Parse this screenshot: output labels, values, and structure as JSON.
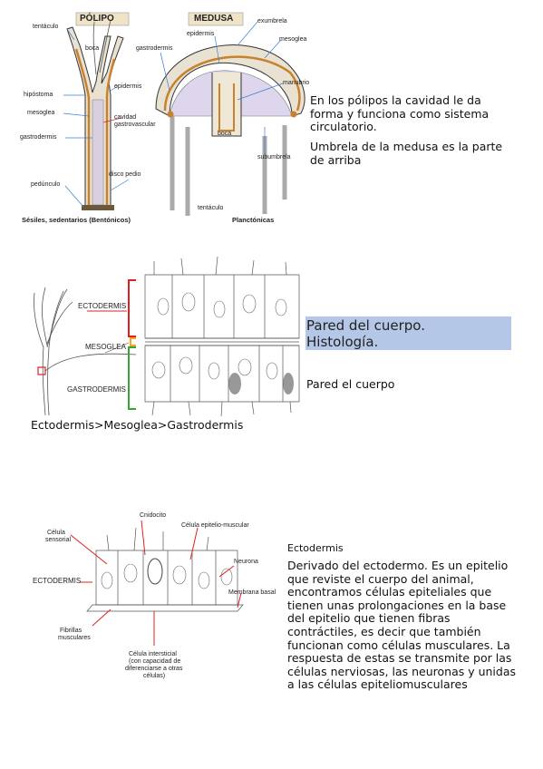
{
  "figure1": {
    "title_polipo": "PÓLIPO",
    "title_medusa": "MEDUSA",
    "labels": {
      "tentaculo": "tentáculo",
      "boca": "boca",
      "hipostoma": "hipóstoma",
      "epidermis": "epidermis",
      "mesoglea": "mesoglea",
      "cavidad": "cavidad",
      "gastrovascular": "gastrovascular",
      "gastrodermis": "gastrodermis",
      "disco_pedio": "disco pedio",
      "pedunculo": "pedúnculo",
      "sesiles": "Sésiles, sedentarios (Bentónicos)",
      "m_epidermis": "epidermis",
      "m_gastrodermis": "gastrodermis",
      "exumbrela": "exumbrela",
      "m_mesoglea": "mesoglea",
      "manubrio": "manubrio",
      "m_boca": "boca",
      "subumbrela": "subumbrela",
      "m_tentaculo": "tentáculo",
      "planctonicas": "Planctónicas"
    }
  },
  "notes": {
    "polyp_line1": "En los pólipos la cavidad le da",
    "polyp_line2": "forma y funciona como sistema",
    "polyp_line3": "circulatorio.",
    "umbrela_line1": "Umbrela de la medusa es la parte",
    "umbrela_line2": "de arriba"
  },
  "figure2": {
    "ectodermis": "ECTODERMIS",
    "mesoglea": "MESOGLEA",
    "gastrodermis": "GASTRODERMIS",
    "colors": {
      "ecto": "#e02020",
      "meso": "#f5a623",
      "gastro": "#3aa335",
      "marker": "#e02020"
    }
  },
  "section2": {
    "heading_line1": "Pared del cuerpo.",
    "heading_line2": "Histología.",
    "highlight_color": "#b4c7e7",
    "subtitle": "Pared el cuerpo",
    "caption": "Ectodermis>Mesoglea>Gastrodermis"
  },
  "figure3": {
    "cnidocito": "Cnidocito",
    "celula_epitelio": "Célula epitelio-muscular",
    "celula_sensorial_1": "Célula",
    "celula_sensorial_2": "sensorial",
    "neurona": "Neurona",
    "ectodermis": "ECTODERMIS",
    "membrana_basal": "Membrana basal",
    "fibrillas_1": "Fibrillas",
    "fibrillas_2": "musculares",
    "intersticial_1": "Célula intersticial",
    "intersticial_2": "(con capacidad de",
    "intersticial_3": "diferenciarse a otras",
    "intersticial_4": "células)"
  },
  "section3": {
    "heading": "Ectodermis",
    "lines": [
      "Derivado del ectodermo. Es un epitelio",
      "que reviste el cuerpo del animal,",
      "encontramos células epiteliales que",
      "tienen unas prolongaciones en la base",
      "del epitelio que tienen fibras",
      "contráctiles, es decir que también",
      "funcionan como células musculares. La",
      "respuesta de estas se transmite por las",
      "células nerviosas, las neuronas y unidas",
      "a las células epiteliomusculares"
    ]
  }
}
